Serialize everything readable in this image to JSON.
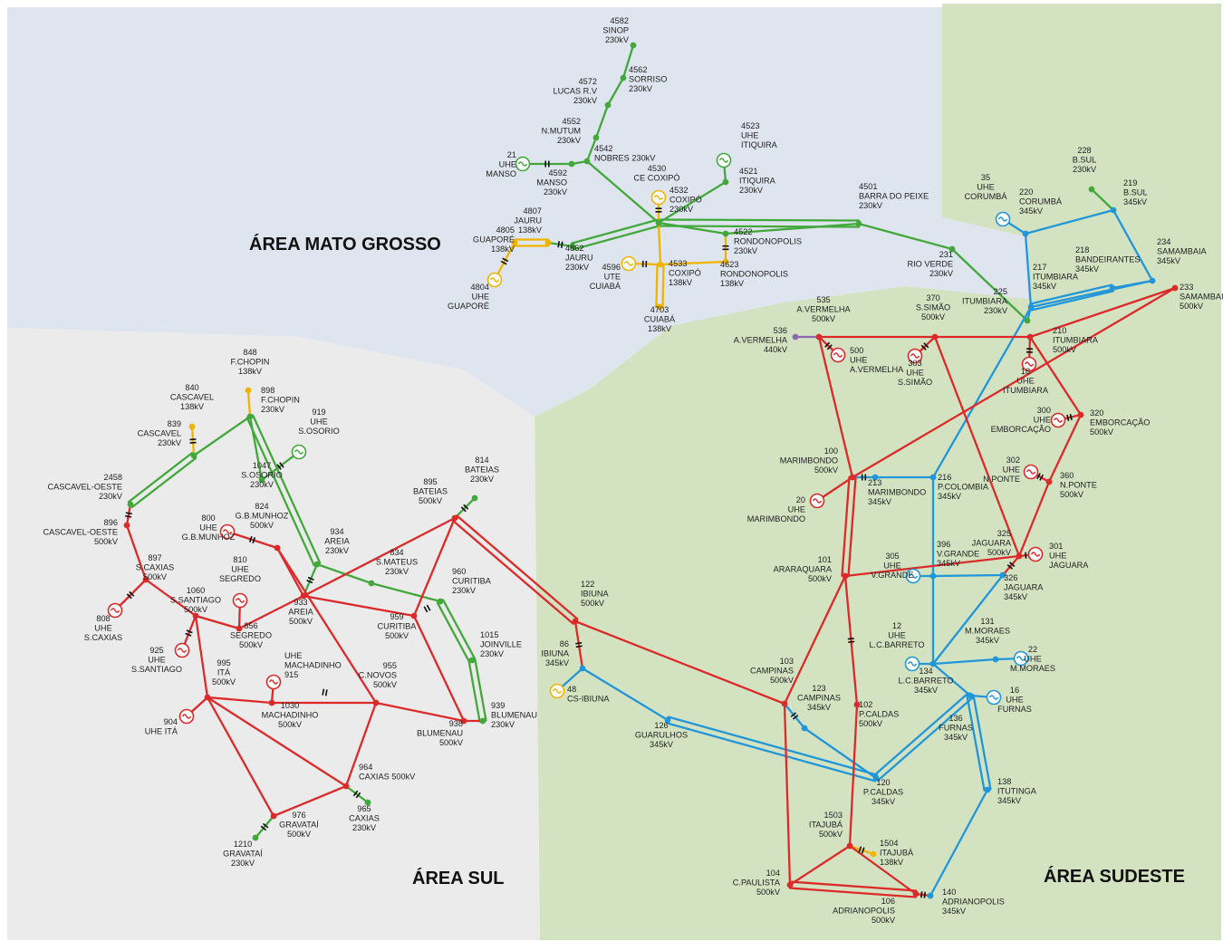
{
  "colors": {
    "kv500": "#dc2a2a",
    "kv345": "#2196d8",
    "kv230": "#43a83c",
    "kv138": "#f0b400",
    "kv440": "#8a6bb0",
    "area_mato_grosso": "#dfe5ee",
    "area_sul": "#ebebeb",
    "area_sudeste": "#d3e3c1"
  },
  "areas": {
    "mato_grosso": "ÁREA MATO GROSSO",
    "sul": "ÁREA SUL",
    "sudeste": "ÁREA SUDESTE"
  },
  "buses": [
    {
      "id": "4582",
      "lines": [
        "4582",
        "SINOP",
        "230kV"
      ],
      "v": "230"
    },
    {
      "id": "4562",
      "lines": [
        "4562",
        "SORRISO",
        "230kV"
      ],
      "v": "230"
    },
    {
      "id": "4572",
      "lines": [
        "4572",
        "LUCAS R.V",
        "230kV"
      ],
      "v": "230"
    },
    {
      "id": "4552",
      "lines": [
        "4552",
        "N.MUTUM",
        "230kV"
      ],
      "v": "230"
    },
    {
      "id": "4542",
      "lines": [
        "4542",
        "NOBRES 230kV"
      ],
      "v": "230"
    },
    {
      "id": "21",
      "lines": [
        "21",
        "UHE",
        "MANSO"
      ],
      "v": "gen230"
    },
    {
      "id": "4592",
      "lines": [
        "4592",
        "MANSO",
        "230kV"
      ],
      "v": "230"
    },
    {
      "id": "4530",
      "lines": [
        "4530",
        "CE COXIPÓ"
      ],
      "v": "gen138"
    },
    {
      "id": "4532",
      "lines": [
        "4532",
        "COXIPÓ",
        "230kV"
      ],
      "v": "230"
    },
    {
      "id": "4523",
      "lines": [
        "4523",
        "UHE",
        "ITIQUIRA"
      ],
      "v": "gen230"
    },
    {
      "id": "4521",
      "lines": [
        "4521",
        "ITIQUIRA",
        "230kV"
      ],
      "v": "230"
    },
    {
      "id": "4807",
      "lines": [
        "4807",
        "JAURU",
        "138kV"
      ],
      "v": "138"
    },
    {
      "id": "4805",
      "lines": [
        "4805",
        "GUAPORÉ",
        "138kV"
      ],
      "v": "138"
    },
    {
      "id": "4804",
      "lines": [
        "4804",
        "UHE",
        "GUAPORÉ"
      ],
      "v": "gen138"
    },
    {
      "id": "4862",
      "lines": [
        "4862",
        "JAURU",
        "230kV"
      ],
      "v": "230"
    },
    {
      "id": "4522",
      "lines": [
        "4522",
        "RONDONOPOLIS",
        "230kV"
      ],
      "v": "230"
    },
    {
      "id": "4596",
      "lines": [
        "4596",
        "UTE",
        "CUIABÁ"
      ],
      "v": "gen138"
    },
    {
      "id": "4533",
      "lines": [
        "4533",
        "COXIPÓ",
        "138kV"
      ],
      "v": "138"
    },
    {
      "id": "4623",
      "lines": [
        "4623",
        "RONDONOPOLIS",
        "138kV"
      ],
      "v": "138"
    },
    {
      "id": "4703",
      "lines": [
        "4703",
        "CUIABÁ",
        "138kV"
      ],
      "v": "138"
    },
    {
      "id": "4501",
      "lines": [
        "4501",
        "BARRA DO PEIXE",
        "230kV"
      ],
      "v": "230"
    },
    {
      "id": "231",
      "lines": [
        "231",
        "RIO VERDE",
        "230kV"
      ],
      "v": "230"
    },
    {
      "id": "228",
      "lines": [
        "228",
        "B.SUL",
        "230kV"
      ],
      "v": "230"
    },
    {
      "id": "219",
      "lines": [
        "219",
        "B.SUL",
        "345kV"
      ],
      "v": "345"
    },
    {
      "id": "35",
      "lines": [
        "35",
        "UHE",
        "CORUMBÁ"
      ],
      "v": "gen345"
    },
    {
      "id": "220",
      "lines": [
        "220",
        "CORUMBÁ",
        "345kV"
      ],
      "v": "345"
    },
    {
      "id": "234",
      "lines": [
        "234",
        "SAMAMBAIA",
        "345kV"
      ],
      "v": "345"
    },
    {
      "id": "218",
      "lines": [
        "218",
        "BANDEIRANTES",
        "345kV"
      ],
      "v": "345"
    },
    {
      "id": "217",
      "lines": [
        "217",
        "ITUMBIARA",
        "345kV"
      ],
      "v": "345"
    },
    {
      "id": "225",
      "lines": [
        "225",
        "ITUMBIARA",
        "230kV"
      ],
      "v": "230"
    },
    {
      "id": "233",
      "lines": [
        "233",
        "SAMAMBAIA",
        "500kV"
      ],
      "v": "500"
    },
    {
      "id": "535",
      "lines": [
        "535",
        "A.VERMELHA",
        "500kV"
      ],
      "v": "500"
    },
    {
      "id": "370",
      "lines": [
        "370",
        "S.SIMÃO",
        "500kV"
      ],
      "v": "500"
    },
    {
      "id": "536",
      "lines": [
        "536",
        "A.VERMELHA",
        "440kV"
      ],
      "v": "440"
    },
    {
      "id": "500",
      "lines": [
        "500",
        "UHE",
        "A.VERMELHA"
      ],
      "v": "gen500"
    },
    {
      "id": "303",
      "lines": [
        "303",
        "UHE",
        "S.SIMÃO"
      ],
      "v": "gen500"
    },
    {
      "id": "210",
      "lines": [
        "210",
        "ITUMBIARA",
        "500kV"
      ],
      "v": "500"
    },
    {
      "id": "18",
      "lines": [
        "18",
        "UHE",
        "ITUMBIARA"
      ],
      "v": "gen500"
    },
    {
      "id": "300",
      "lines": [
        "300",
        "UHE",
        "EMBORCAÇÃO"
      ],
      "v": "gen500"
    },
    {
      "id": "320",
      "lines": [
        "320",
        "EMBORCAÇÃO",
        "500kV"
      ],
      "v": "500"
    },
    {
      "id": "302",
      "lines": [
        "302",
        "UHE",
        "N.PONTE"
      ],
      "v": "gen500"
    },
    {
      "id": "360",
      "lines": [
        "360",
        "N.PONTE",
        "500kV"
      ],
      "v": "500"
    },
    {
      "id": "100",
      "lines": [
        "100",
        "MARIMBONDO",
        "500kV"
      ],
      "v": "500"
    },
    {
      "id": "213",
      "lines": [
        "213",
        "MARIMBONDO",
        "345kV"
      ],
      "v": "345"
    },
    {
      "id": "216",
      "lines": [
        "216",
        "P.COLOMBIA",
        "345kV"
      ],
      "v": "345"
    },
    {
      "id": "20",
      "lines": [
        "20",
        "UHE",
        "MARIMBONDO"
      ],
      "v": "gen500"
    },
    {
      "id": "325",
      "lines": [
        "325",
        "JAGUARA",
        "500kV"
      ],
      "v": "500"
    },
    {
      "id": "301",
      "lines": [
        "301",
        "UHE",
        "JAGUARA"
      ],
      "v": "gen500"
    },
    {
      "id": "396",
      "lines": [
        "396",
        "V.GRANDE",
        "345kV"
      ],
      "v": "345"
    },
    {
      "id": "305",
      "lines": [
        "305",
        "UHE",
        "V.GRANDE"
      ],
      "v": "gen345"
    },
    {
      "id": "101",
      "lines": [
        "101",
        "ARARAQUARA",
        "500kV"
      ],
      "v": "500"
    },
    {
      "id": "326",
      "lines": [
        "326",
        "JAGUARA",
        "345kV"
      ],
      "v": "345"
    },
    {
      "id": "131",
      "lines": [
        "131",
        "M.MORAES",
        "345kV"
      ],
      "v": "345"
    },
    {
      "id": "22",
      "lines": [
        "22",
        "UHE",
        "M.MORAES"
      ],
      "v": "gen345"
    },
    {
      "id": "12",
      "lines": [
        "12",
        "UHE",
        "L.C.BARRETO"
      ],
      "v": "gen345"
    },
    {
      "id": "134",
      "lines": [
        "134",
        "L.C.BARRETO",
        "345kV"
      ],
      "v": "345"
    },
    {
      "id": "16",
      "lines": [
        "16",
        "UHE",
        "FURNAS"
      ],
      "v": "gen345"
    },
    {
      "id": "136",
      "lines": [
        "136",
        "FURNAS",
        "345kV"
      ],
      "v": "345"
    },
    {
      "id": "103",
      "lines": [
        "103",
        "CAMPINAS",
        "500kV"
      ],
      "v": "500"
    },
    {
      "id": "123",
      "lines": [
        "123",
        "CAMPINAS",
        "345kV"
      ],
      "v": "345"
    },
    {
      "id": "102",
      "lines": [
        "102",
        "P.CALDAS",
        "500kV"
      ],
      "v": "500"
    },
    {
      "id": "120",
      "lines": [
        "120",
        "P.CALDAS",
        "345kV"
      ],
      "v": "345"
    },
    {
      "id": "138",
      "lines": [
        "138",
        "ITUTINGA",
        "345kV"
      ],
      "v": "345"
    },
    {
      "id": "1503",
      "lines": [
        "1503",
        "ITAJUBÁ",
        "500kV"
      ],
      "v": "500"
    },
    {
      "id": "1504",
      "lines": [
        "1504",
        "ITAJUBÁ",
        "138kV"
      ],
      "v": "138"
    },
    {
      "id": "104",
      "lines": [
        "104",
        "C.PAULISTA",
        "500kV"
      ],
      "v": "500"
    },
    {
      "id": "106",
      "lines": [
        "106",
        "ADRIANOPOLIS",
        "500kV"
      ],
      "v": "500"
    },
    {
      "id": "140",
      "lines": [
        "140",
        "ADRIANOPOLIS",
        "345kV"
      ],
      "v": "345"
    },
    {
      "id": "122",
      "lines": [
        "122",
        "IBIUNA",
        "500kV"
      ],
      "v": "500"
    },
    {
      "id": "86",
      "lines": [
        "86",
        "IBIUNA",
        "345kV"
      ],
      "v": "345"
    },
    {
      "id": "48",
      "lines": [
        "48",
        "CS-IBIUNA"
      ],
      "v": "gen138"
    },
    {
      "id": "126",
      "lines": [
        "126",
        "GUARULHOS",
        "345kV"
      ],
      "v": "345"
    },
    {
      "id": "848",
      "lines": [
        "848",
        "F.CHOPIN",
        "138kV"
      ],
      "v": "138"
    },
    {
      "id": "840",
      "lines": [
        "840",
        "CASCAVEL",
        "138kV"
      ],
      "v": "138"
    },
    {
      "id": "898",
      "lines": [
        "898",
        "F.CHOPIN",
        "230kV"
      ],
      "v": "230"
    },
    {
      "id": "919",
      "lines": [
        "919",
        "UHE",
        "S.OSORIO"
      ],
      "v": "gen230"
    },
    {
      "id": "839",
      "lines": [
        "839",
        "CASCAVEL",
        "230kV"
      ],
      "v": "230"
    },
    {
      "id": "2458",
      "lines": [
        "2458",
        "CASCAVEL-OESTE",
        "230kV"
      ],
      "v": "230"
    },
    {
      "id": "1047",
      "lines": [
        "1047",
        "S.OSORIO",
        "230kV"
      ],
      "v": "230"
    },
    {
      "id": "814",
      "lines": [
        "814",
        "BATEIAS",
        "230kV"
      ],
      "v": "230"
    },
    {
      "id": "895",
      "lines": [
        "895",
        "BATEIAS",
        "500kV"
      ],
      "v": "500"
    },
    {
      "id": "896",
      "lines": [
        "896",
        "CASCAVEL-OESTE",
        "500kV"
      ],
      "v": "500"
    },
    {
      "id": "824",
      "lines": [
        "824",
        "G.B.MUNHOZ",
        "500kV"
      ],
      "v": "500"
    },
    {
      "id": "800",
      "lines": [
        "800",
        "UHE",
        "G.B.MUNHOZ"
      ],
      "v": "gen500"
    },
    {
      "id": "934",
      "lines": [
        "934",
        "AREIA",
        "230kV"
      ],
      "v": "230"
    },
    {
      "id": "897",
      "lines": [
        "897",
        "S.CAXIAS",
        "500kV"
      ],
      "v": "500"
    },
    {
      "id": "810",
      "lines": [
        "810",
        "UHE",
        "SEGREDO"
      ],
      "v": "gen500"
    },
    {
      "id": "834",
      "lines": [
        "834",
        "S.MATEUS",
        "230kV"
      ],
      "v": "230"
    },
    {
      "id": "960",
      "lines": [
        "960",
        "CURITIBA",
        "230kV"
      ],
      "v": "230"
    },
    {
      "id": "1060",
      "lines": [
        "1060",
        "S.SANTIAGO",
        "500kV"
      ],
      "v": "500"
    },
    {
      "id": "933",
      "lines": [
        "933",
        "AREIA",
        "500kV"
      ],
      "v": "500"
    },
    {
      "id": "808",
      "lines": [
        "808",
        "UHE",
        "S.CAXIAS"
      ],
      "v": "gen500"
    },
    {
      "id": "856",
      "lines": [
        "856",
        "SEGREDO",
        "500kV"
      ],
      "v": "500"
    },
    {
      "id": "959",
      "lines": [
        "959",
        "CURITIBA",
        "500kV"
      ],
      "v": "500"
    },
    {
      "id": "925",
      "lines": [
        "925",
        "UHE",
        "S.SANTIAGO"
      ],
      "v": "gen500"
    },
    {
      "id": "1015",
      "lines": [
        "1015",
        "JOINVILLE",
        "230kV"
      ],
      "v": "230"
    },
    {
      "id": "995",
      "lines": [
        "995",
        "ITÁ",
        "500kV"
      ],
      "v": "500"
    },
    {
      "id": "915",
      "lines": [
        "UHE",
        "MACHADINHO",
        "915"
      ],
      "v": "gen500"
    },
    {
      "id": "955",
      "lines": [
        "955",
        "C.NOVOS",
        "500kV"
      ],
      "v": "500"
    },
    {
      "id": "939",
      "lines": [
        "939",
        "BLUMENAU",
        "230kV"
      ],
      "v": "230"
    },
    {
      "id": "904",
      "lines": [
        "904",
        "UHE ITÁ"
      ],
      "v": "gen500"
    },
    {
      "id": "1030",
      "lines": [
        "1030",
        "MACHADINHO",
        "500kV"
      ],
      "v": "500"
    },
    {
      "id": "938",
      "lines": [
        "938",
        "BLUMENAU",
        "500kV"
      ],
      "v": "500"
    },
    {
      "id": "964",
      "lines": [
        "964",
        "CAXIAS 500kV"
      ],
      "v": "500"
    },
    {
      "id": "965",
      "lines": [
        "965",
        "CAXIAS",
        "230kV"
      ],
      "v": "230"
    },
    {
      "id": "976",
      "lines": [
        "976",
        "GRAVATAÍ",
        "500kV"
      ],
      "v": "500"
    },
    {
      "id": "1210",
      "lines": [
        "1210",
        "GRAVATAÍ",
        "230kV"
      ],
      "v": "230"
    }
  ]
}
